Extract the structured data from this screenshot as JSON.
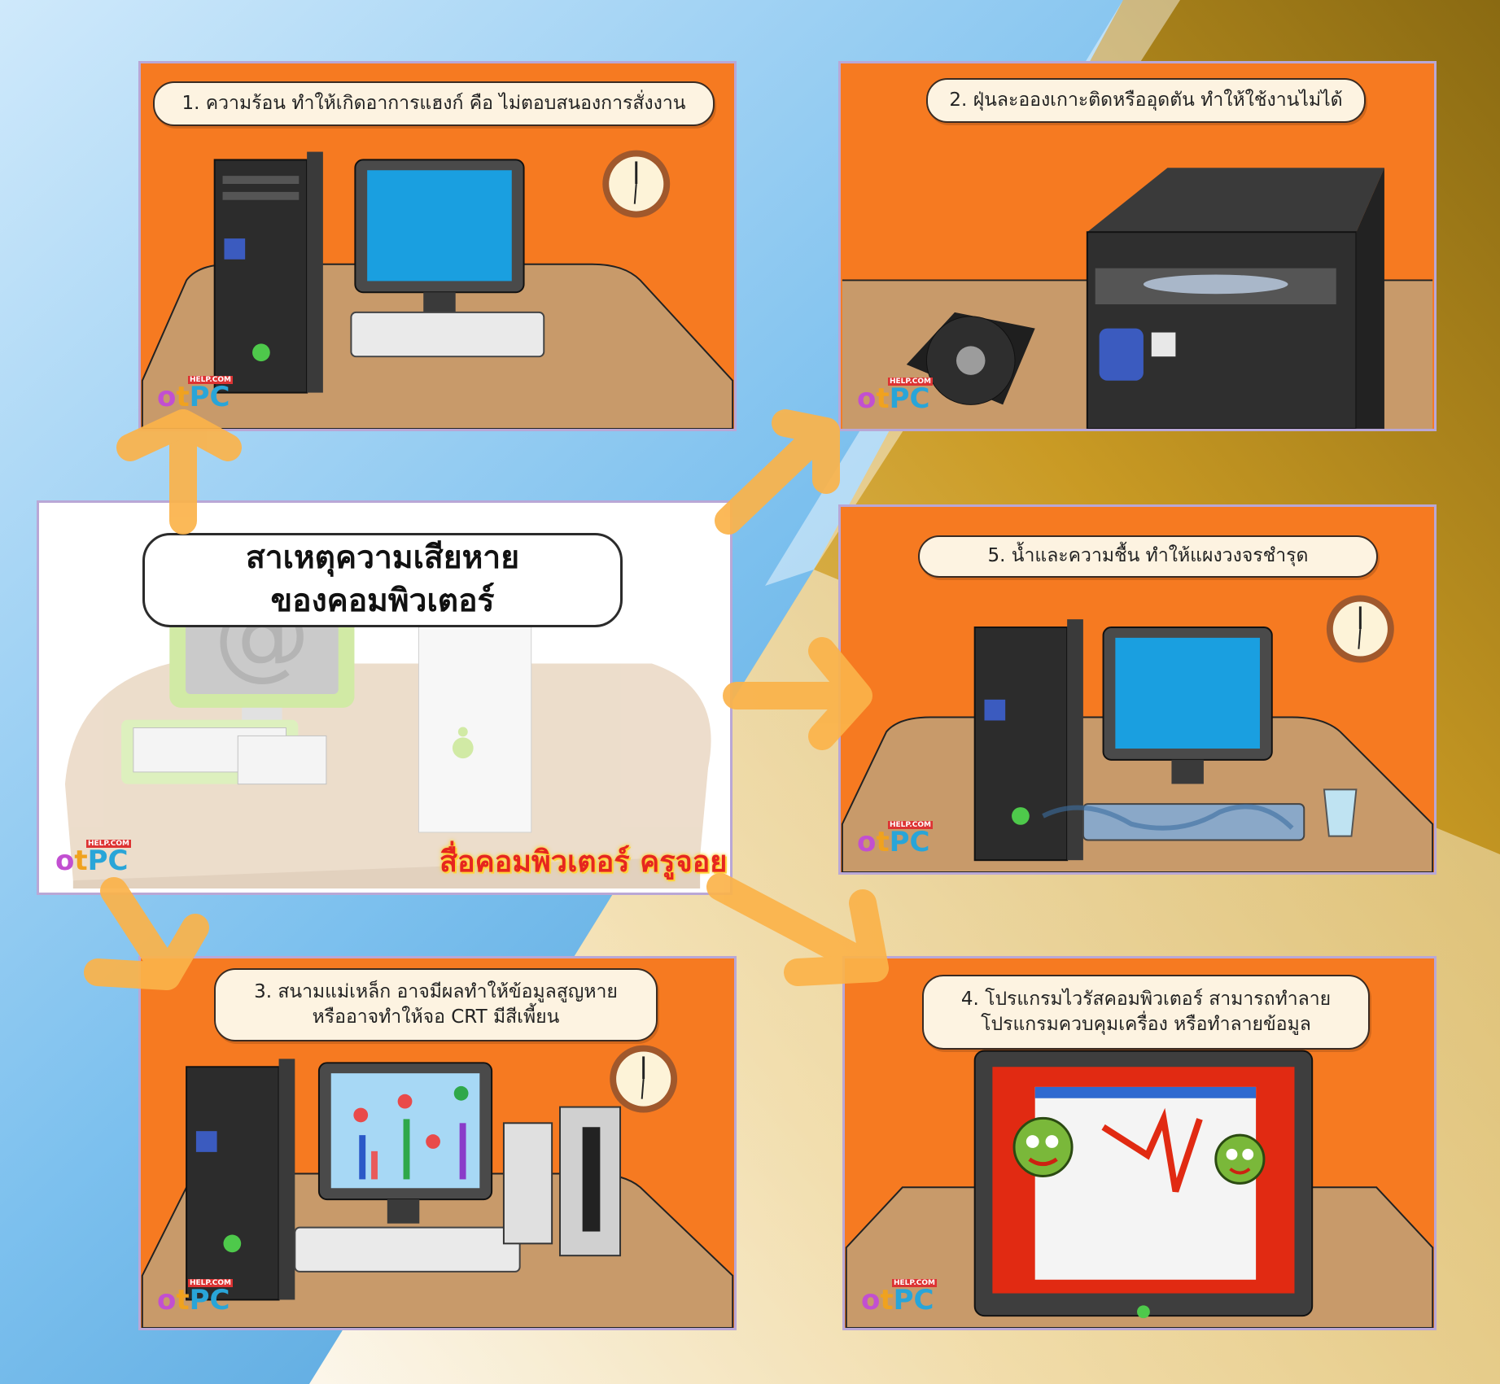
{
  "center": {
    "title_line1": "สาเหตุความเสียหาย",
    "title_line2": "ของคอมพิวเตอร์",
    "signature": "สื่อคอมพิวเตอร์ ครูจอย"
  },
  "logo": {
    "o": "o",
    "t": "t",
    "pc": "PC",
    "help": "HELP.COM"
  },
  "panels": {
    "heat": {
      "caption": "1. ความร้อน ทำให้เกิดอาการแฮงก์ คือ ไม่ตอบสนองการสั่งงาน"
    },
    "dust": {
      "caption": "2. ฝุ่นละอองเกาะติดหรืออุดตัน  ทำให้ใช้งานไม่ได้"
    },
    "water": {
      "caption": "5. น้ำและความชื้น  ทำให้แผงวงจรชำรุด"
    },
    "magnet": {
      "caption_line1": "3. สนามแม่เหล็ก อาจมีผลทำให้ข้อมูลสูญหาย",
      "caption_line2": "หรืออาจทำให้จอ CRT มีสีเพี้ยน"
    },
    "virus": {
      "caption_line1": "4. โปรแกรมไวรัสคอมพิวเตอร์ สามารถทำลาย",
      "caption_line2": "โปรแกรมควบคุมเครื่อง หรือทำลายข้อมูล"
    }
  },
  "colors": {
    "panel_bg": "#f67a21",
    "arrow": "#fbb34a",
    "desk": "#c89a6a",
    "screen": "#1a9fe0"
  }
}
